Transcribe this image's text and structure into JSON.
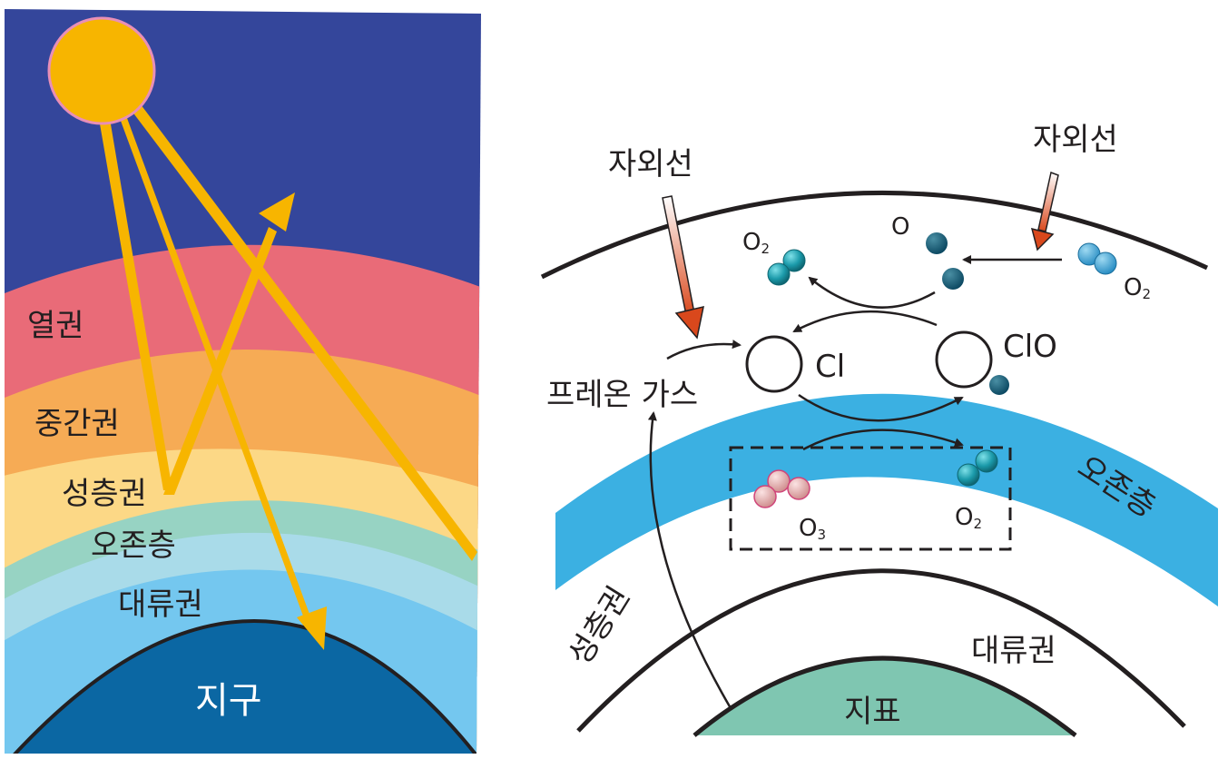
{
  "left_panel": {
    "layers": {
      "thermosphere": "열권",
      "mesosphere": "중간권",
      "stratosphere": "성층권",
      "ozone_layer": "오존층",
      "troposphere": "대류권",
      "earth": "지구"
    }
  },
  "right_panel": {
    "uv_left": "자외선",
    "uv_right": "자외선",
    "o2_top_left": "O",
    "o2_top_left_sub": "2",
    "o_atom": "O",
    "o2_top_right": "O",
    "o2_top_right_sub": "2",
    "cl": "Cl",
    "clo": "ClO",
    "freon": "프레온 가스",
    "o3": "O",
    "o3_sub": "3",
    "o2_box": "O",
    "o2_box_sub": "2",
    "ozone_layer": "오존층",
    "stratosphere": "성층권",
    "troposphere": "대류권",
    "surface": "지표"
  },
  "colors": {
    "space": "#34469b",
    "thermosphere": "#e96b78",
    "mesosphere": "#f6ab55",
    "stratosphere": "#fcd886",
    "ozone": "#97d3c3",
    "upper_troposphere": "#a9dbe9",
    "troposphere": "#74c7ef",
    "earth": "#0b67a3",
    "sun": "#f7b500",
    "ozone_band": "#3bb0e2",
    "surface": "#7fc6b1",
    "oxygen": "#1b9aaa",
    "ozone_molecule": "#e0a3a3"
  }
}
